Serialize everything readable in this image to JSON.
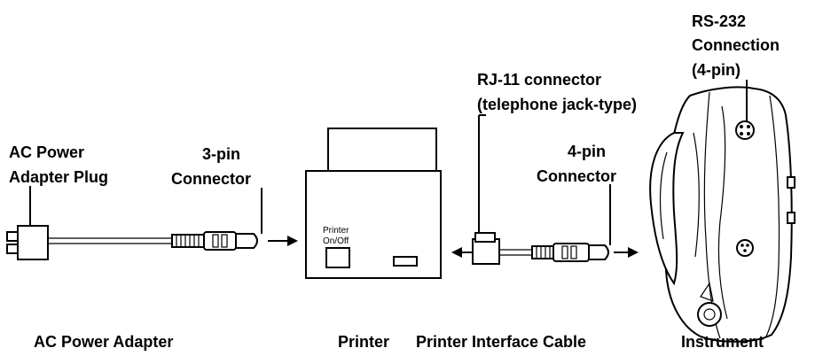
{
  "labels": {
    "rs232_line1": "RS-232",
    "rs232_line2": "Connection",
    "rs232_line3": "(4-pin)",
    "rj11_line1": "RJ-11 connector",
    "rj11_line2": "(telephone jack-type)",
    "ac_plug_line1": "AC Power",
    "ac_plug_line2": "Adapter Plug",
    "pin3_line1": "3-pin",
    "pin3_line2": "Connector",
    "pin4_line1": "4-pin",
    "pin4_line2": "Connector",
    "printer_switch_line1": "Printer",
    "printer_switch_line2": "On/Off"
  },
  "captions": {
    "ac_power_adapter": "AC Power Adapter",
    "printer": "Printer",
    "printer_interface_cable": "Printer Interface Cable",
    "instrument": "Instrument"
  }
}
